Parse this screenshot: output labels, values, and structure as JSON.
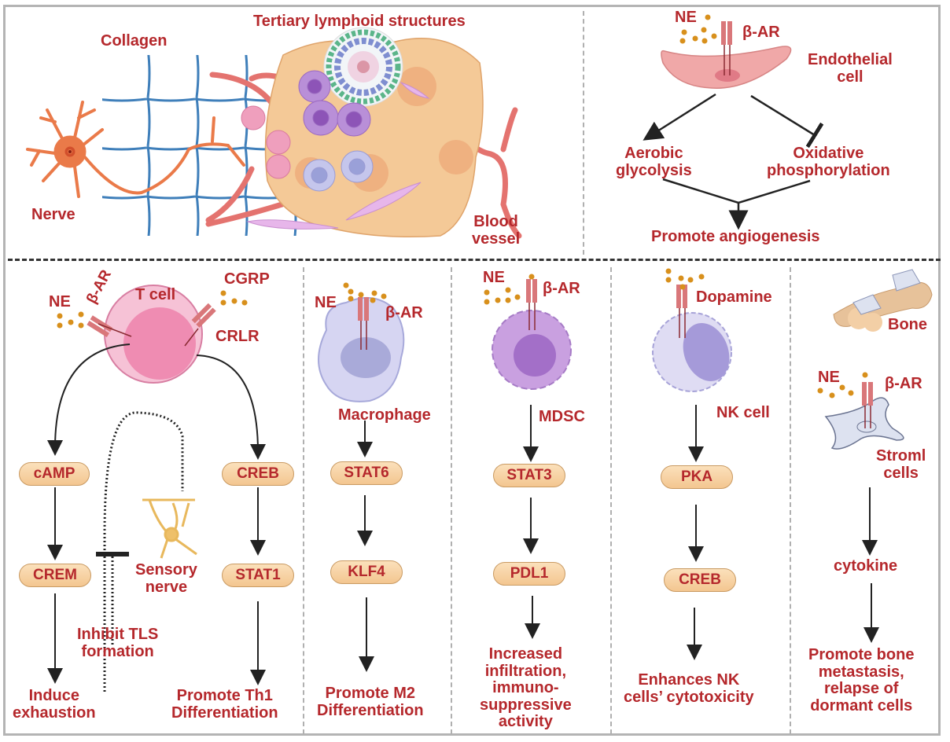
{
  "top_left": {
    "collagen": "Collagen",
    "tls": "Tertiary lymphoid structures",
    "nerve": "Nerve",
    "blood_vessel": [
      "Blood",
      "vessel"
    ]
  },
  "top_right": {
    "ne": "NE",
    "receptor": "β-AR",
    "cell": [
      "Endothelial",
      "cell"
    ],
    "left_outcome": [
      "Aerobic",
      "glycolysis"
    ],
    "right_outcome": [
      "Oxidative",
      "phosphorylation"
    ],
    "result": "Promote angiogenesis"
  },
  "panel_tcell": {
    "ne": "NE",
    "receptor": "β-AR",
    "cell": "T cell",
    "cgrp": "CGRP",
    "crlr": "CRLR",
    "left_path": [
      "cAMP",
      "CREM"
    ],
    "left_result": [
      "Induce",
      "exhaustion"
    ],
    "right_path": [
      "CREB",
      "STAT1"
    ],
    "right_result": [
      "Promote Th1",
      "Differentiation"
    ],
    "sensory": [
      "Sensory",
      "nerve"
    ],
    "inhibit": [
      "Inhibit TLS",
      "formation"
    ]
  },
  "panel_macrophage": {
    "ne": "NE",
    "receptor": "β-AR",
    "cell": "Macrophage",
    "path": [
      "STAT6",
      "KLF4"
    ],
    "result": [
      "Promote M2",
      "Differentiation"
    ]
  },
  "panel_mdsc": {
    "ne": "NE",
    "receptor": "β-AR",
    "cell": "MDSC",
    "path": [
      "STAT3",
      "PDL1"
    ],
    "result": [
      "Increased",
      "infiltration,",
      "immuno-",
      "suppressive",
      "activity"
    ]
  },
  "panel_nk": {
    "ligand": "Dopamine",
    "cell": "NK cell",
    "path": [
      "PKA",
      "CREB"
    ],
    "result": [
      "Enhances NK",
      "cells’ cytotoxicity"
    ]
  },
  "panel_stromal": {
    "bone": "Bone",
    "ne": "NE",
    "receptor": "β-AR",
    "cell": [
      "Stroml",
      "cells"
    ],
    "mediator": "cytokine",
    "result": [
      "Promote bone",
      "metastasis,",
      "relapse of",
      "dormant cells"
    ]
  },
  "colors": {
    "label_red": "#b5282c",
    "pill_fill": "#f6cf9e",
    "ligand_dot": "#d8901c",
    "receptor": "#d9777a"
  }
}
